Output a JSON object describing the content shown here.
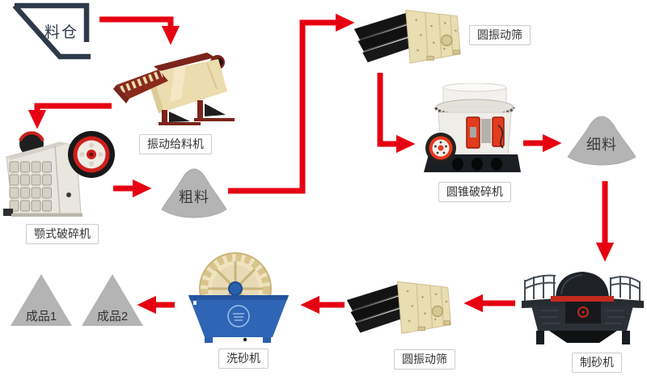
{
  "diagram": {
    "type": "process-flow",
    "background": "#ffffff",
    "colors": {
      "arrow": "#e60012",
      "pile_fill": "#b4b4b4",
      "silo_outline": "#2e3a4a",
      "label_border": "#cccccc",
      "label_text": "#333333",
      "washer_blue": "#2e66b5",
      "screen_beige": "#e9ddb2",
      "feeder_maroon": "#7b241c",
      "crusher_red": "#d8281e",
      "machine_dark": "#24282c"
    },
    "nodes": {
      "silo": {
        "label": "料仓",
        "kind": "hopper-outline"
      },
      "feeder": {
        "label": "振动给料机",
        "kind": "equipment"
      },
      "jaw_crusher": {
        "label": "颚式破碎机",
        "kind": "equipment"
      },
      "coarse_material": {
        "label": "粗料",
        "kind": "material-pile"
      },
      "top_screen": {
        "label": "圆振动筛",
        "kind": "equipment"
      },
      "cone_crusher": {
        "label": "圆锥破碎机",
        "kind": "equipment"
      },
      "fine_material": {
        "label": "细料",
        "kind": "material-pile"
      },
      "sand_maker": {
        "label": "制砂机",
        "kind": "equipment"
      },
      "bottom_screen": {
        "label": "圆振动筛",
        "kind": "equipment"
      },
      "sand_washer": {
        "label": "洗砂机",
        "kind": "equipment"
      },
      "product_1": {
        "label": "成品1",
        "kind": "product-pile"
      },
      "product_2": {
        "label": "成品2",
        "kind": "product-pile"
      }
    },
    "edges": [
      {
        "from": "silo",
        "to": "feeder"
      },
      {
        "from": "feeder",
        "to": "jaw_crusher"
      },
      {
        "from": "jaw_crusher",
        "to": "coarse_material"
      },
      {
        "from": "coarse_material",
        "to": "top_screen"
      },
      {
        "from": "top_screen",
        "to": "cone_crusher"
      },
      {
        "from": "cone_crusher",
        "to": "fine_material"
      },
      {
        "from": "fine_material",
        "to": "sand_maker"
      },
      {
        "from": "sand_maker",
        "to": "bottom_screen"
      },
      {
        "from": "bottom_screen",
        "to": "sand_washer"
      },
      {
        "from": "sand_washer",
        "to": "product_1"
      },
      {
        "from": "sand_washer",
        "to": "product_2"
      }
    ]
  }
}
